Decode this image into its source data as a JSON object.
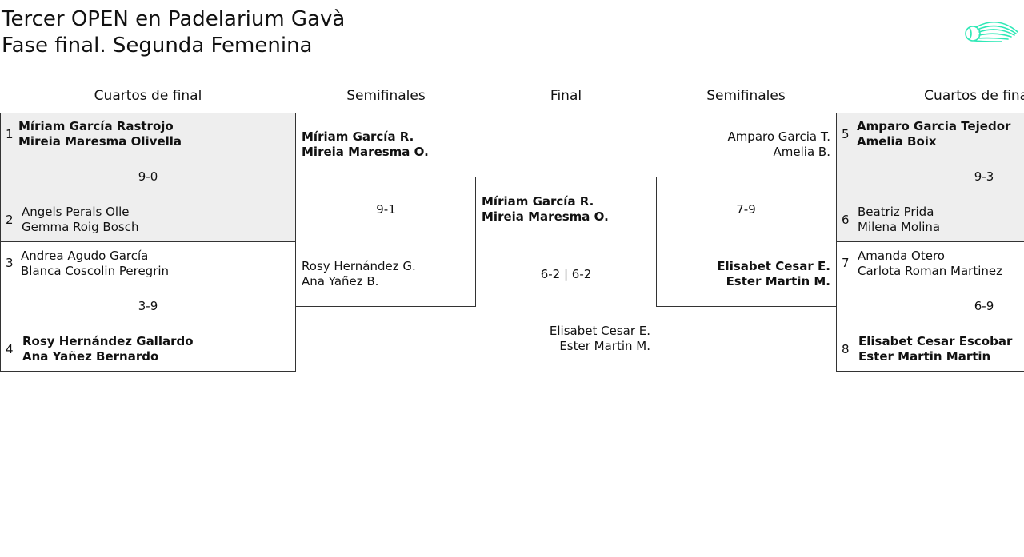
{
  "header": {
    "title_line1": "Tercer OPEN en Padelarium Gavà",
    "title_line2": "Fase final. Segunda Femenina",
    "logo_icon": "padel-ball-logo-icon",
    "logo_color": "#2ee8b6"
  },
  "columns": {
    "qf_left": "Cuartos de final",
    "sf_left": "Semifinales",
    "final": "Final",
    "sf_right": "Semifinales",
    "qf_right": "Cuartos de final"
  },
  "quarterfinals": [
    {
      "top": {
        "seed": "1",
        "line1": "Míriam García Rastrojo",
        "line2": "Mireia Maresma Olivella"
      },
      "score": "9-0",
      "bottom": {
        "seed": "2",
        "line1": "Angels Perals Olle",
        "line2": "Gemma Roig Bosch"
      }
    },
    {
      "top": {
        "seed": "3",
        "line1": "Andrea Agudo García",
        "line2": "Blanca Coscolin Peregrin"
      },
      "score": "3-9",
      "bottom": {
        "seed": "4",
        "line1": "Rosy Hernández Gallardo",
        "line2": "Ana Yañez Bernardo"
      }
    },
    {
      "top": {
        "seed": "5",
        "line1": "Amparo Garcia Tejedor",
        "line2": "Amelia Boix"
      },
      "score": "9-3",
      "bottom": {
        "seed": "6",
        "line1": "Beatriz Prida",
        "line2": "Milena Molina"
      }
    },
    {
      "top": {
        "seed": "7",
        "line1": "Amanda Otero",
        "line2": "Carlota Roman Martinez"
      },
      "score": "6-9",
      "bottom": {
        "seed": "8",
        "line1": "Elisabet Cesar Escobar",
        "line2": "Ester Martin Martin"
      }
    }
  ],
  "semifinals": {
    "left": {
      "top": {
        "line1": "Míriam García R.",
        "line2": "Mireia Maresma O."
      },
      "score": "9-1",
      "bottom": {
        "line1": "Rosy Hernández G.",
        "line2": "Ana Yañez B."
      }
    },
    "right": {
      "top": {
        "line1": "Amparo Garcia T.",
        "line2": "Amelia B."
      },
      "score": "7-9",
      "bottom": {
        "line1": "Elisabet Cesar E.",
        "line2": "Ester Martin M."
      }
    }
  },
  "final": {
    "top": {
      "line1": "Míriam García R.",
      "line2": "Mireia Maresma O."
    },
    "score": "6-2 | 6-2",
    "bottom": {
      "line1": "Elisabet Cesar E.",
      "line2": "Ester Martin M."
    }
  }
}
